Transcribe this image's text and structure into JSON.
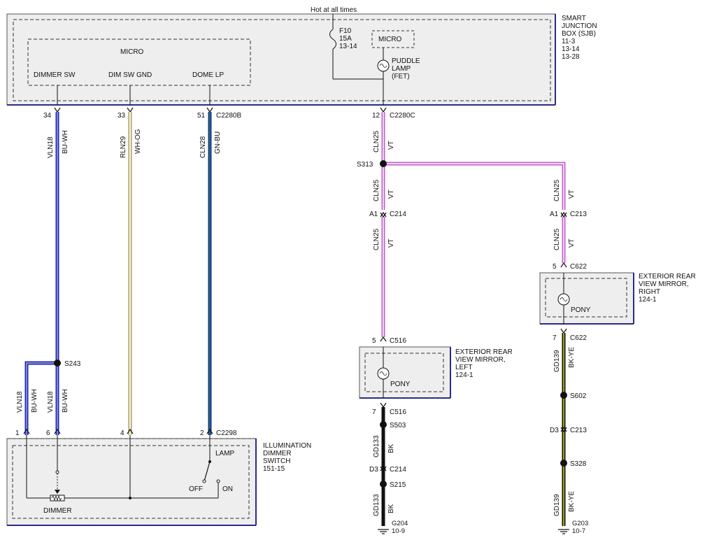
{
  "colors": {
    "module_fill": "#eeeeee",
    "module_border": "#2b2b8a",
    "wire_blue": "#1f2bb0",
    "wire_blue_core": "#dfe2ff",
    "wire_violet": "#d98ce0",
    "wire_violet_core": "#f1d2f4",
    "wire_wh_og": "#f3e9c4",
    "wire_gn_bu": "#1a7a3a",
    "wire_black": "#111111",
    "wire_bk_ye": "#c8c800"
  },
  "sjb": {
    "hot_label": "Hot at all times",
    "title_lines": [
      "SMART",
      "JUNCTION",
      "BOX (SJB)",
      "11-3",
      "13-14",
      "13-28"
    ],
    "micro_label": "MICRO",
    "pins": [
      "DIMMER SW",
      "DIM SW GND",
      "DOME LP"
    ],
    "fuse_lines": [
      "F10",
      "15A",
      "13-14"
    ],
    "micro_small_label": "MICRO",
    "puddle_lines": [
      "PUDDLE",
      "LAMP",
      "(FET)"
    ]
  },
  "connectors": {
    "c2280b_pins": [
      "34",
      "33",
      "51"
    ],
    "c2280b": "C2280B",
    "c2280c_pin": "12",
    "c2280c": "C2280C",
    "c2298_pins": [
      "1",
      "6",
      "4",
      "2"
    ],
    "c2298": "C2298",
    "c214_a1": "A1",
    "c214_a1_name": "C214",
    "c213_a1": "A1",
    "c213_a1_name": "C213",
    "c622_top_pin": "5",
    "c622_top": "C622",
    "c622_bot_pin": "7",
    "c622_bot": "C622",
    "c516_top_pin": "5",
    "c516_top": "C516",
    "c516_bot_pin": "7",
    "c516_bot": "C516",
    "c214_d3": "D3",
    "c214_d3_name": "C214",
    "c213_d3": "D3",
    "c213_d3_name": "C213"
  },
  "wires": {
    "w1_circuit": "VLN18",
    "w1_color": "BU-WH",
    "w2_circuit": "RLN29",
    "w2_color": "WH-OG",
    "w3_circuit": "CLN28",
    "w3_color": "GN-BU",
    "w4_circuit": "CLN25",
    "w4_color": "VT",
    "w5_circuit": "CLN25",
    "w5_color": "VT",
    "w6_circuit": "CLN25",
    "w6_color": "VT",
    "w7_circuit": "CLN25",
    "w7_color": "VT",
    "w8_circuit": "CLN25",
    "w8_color": "VT",
    "w9_circuit": "VLN18",
    "w9_color": "BU-WH",
    "w10_circuit": "VLN18",
    "w10_color": "BU-WH",
    "w11_circuit": "GD133",
    "w11_color": "BK",
    "w12_circuit": "GD133",
    "w12_color": "BK",
    "w13_circuit": "GD139",
    "w13_color": "BK-YE",
    "w14_circuit": "GD139",
    "w14_color": "BK-YE"
  },
  "splices": {
    "s243": "S243",
    "s313": "S313",
    "s503": "S503",
    "s215": "S215",
    "s602": "S602",
    "s328": "S328"
  },
  "grounds": {
    "g204": "G204",
    "g204_ref": "10-9",
    "g203": "G203",
    "g203_ref": "10-7"
  },
  "dimmer_switch": {
    "title_lines": [
      "ILLUMINATION",
      "DIMMER",
      "SWITCH",
      "151-15"
    ],
    "lamp_label": "LAMP",
    "off_label": "OFF",
    "on_label": "ON",
    "dimmer_label": "DIMMER"
  },
  "mirror_left": {
    "title_lines": [
      "EXTERIOR REAR",
      "VIEW MIRROR,",
      "LEFT",
      "124-1"
    ],
    "lamp_label": "PONY"
  },
  "mirror_right": {
    "title_lines": [
      "EXTERIOR REAR",
      "VIEW MIRROR,",
      "RIGHT",
      "124-1"
    ],
    "lamp_label": "PONY"
  }
}
